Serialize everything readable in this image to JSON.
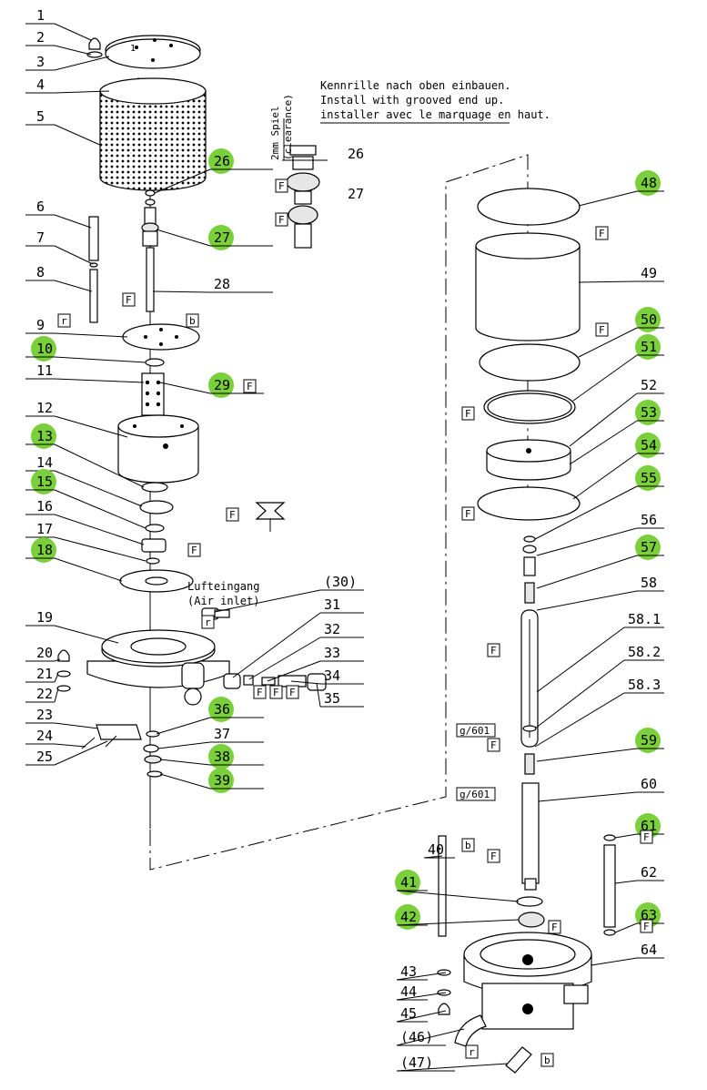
{
  "colors": {
    "highlight": "#7ad03a",
    "ink": "#000000",
    "paper": "#ffffff"
  },
  "note": {
    "line1": "Kennrille nach oben einbauen.",
    "line2": "Install with grooved end up.",
    "line3": "installer avec le marquage en haut."
  },
  "clearance": {
    "line1": "2mm Spiel",
    "line2": "(clearance)"
  },
  "air_inlet": {
    "line1": "Lufteingang",
    "line2": "(Air inlet)"
  },
  "part_numbers": [
    "1",
    "2",
    "3",
    "4",
    "5",
    "6",
    "7",
    "8",
    "9",
    "10",
    "11",
    "12",
    "13",
    "14",
    "15",
    "16",
    "17",
    "18",
    "19",
    "20",
    "21",
    "22",
    "23",
    "24",
    "25",
    "26",
    "27",
    "28",
    "29",
    "(30)",
    "31",
    "32",
    "33",
    "34",
    "35",
    "36",
    "37",
    "38",
    "39",
    "40",
    "41",
    "42",
    "43",
    "44",
    "45",
    "(46)",
    "(47)",
    "48",
    "49",
    "50",
    "51",
    "52",
    "53",
    "54",
    "55",
    "56",
    "57",
    "58",
    "58.1",
    "58.2",
    "58.3",
    "59",
    "60",
    "61",
    "62",
    "63",
    "64"
  ],
  "highlighted_parts": [
    "10",
    "13",
    "15",
    "18",
    "26",
    "27",
    "29",
    "36",
    "38",
    "39",
    "41",
    "42",
    "48",
    "50",
    "51",
    "53",
    "54",
    "55",
    "57",
    "59",
    "61",
    "63"
  ],
  "detail_labels": {
    "part26": "26",
    "part27": "27"
  },
  "marker_letters": {
    "F": "F",
    "r": "r",
    "b": "b",
    "g601": "g/601"
  },
  "sheet_label": "1"
}
